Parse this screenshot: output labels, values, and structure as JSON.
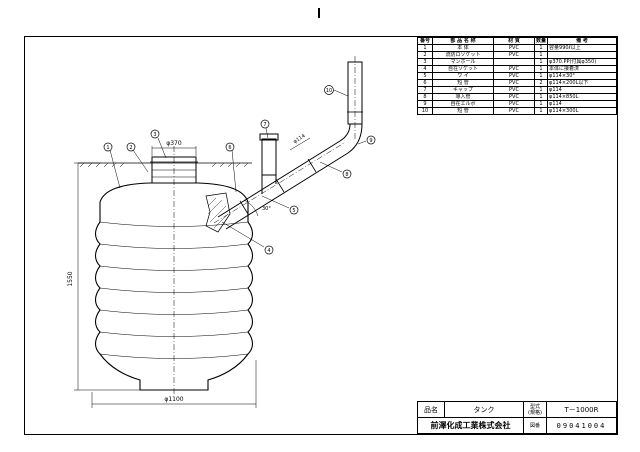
{
  "parts_header": {
    "no": "番号",
    "name": "部 品 名 称",
    "material": "材 質",
    "qty": "数量",
    "note": "備 考"
  },
  "parts": [
    {
      "no": "1",
      "name": "本 体",
      "material": "PVC",
      "qty": "1",
      "note": "容量990ℓ以上"
    },
    {
      "no": "2",
      "name": "流防ロソケット",
      "material": "PVC",
      "qty": "1",
      "note": ""
    },
    {
      "no": "3",
      "name": "マンホール",
      "material": "",
      "qty": "1",
      "note": "φ370.PP(付属φ350)"
    },
    {
      "no": "4",
      "name": "自在ソケット",
      "material": "PVC",
      "qty": "1",
      "note": "本体に接着済"
    },
    {
      "no": "5",
      "name": "ワ イ",
      "material": "PVC",
      "qty": "1",
      "note": "φ114×30°"
    },
    {
      "no": "6",
      "name": "短 管",
      "material": "PVC",
      "qty": "2",
      "note": "φ114×200L以下"
    },
    {
      "no": "7",
      "name": "キャップ",
      "material": "PVC",
      "qty": "1",
      "note": "φ114"
    },
    {
      "no": "8",
      "name": "導入管",
      "material": "PVC",
      "qty": "1",
      "note": "φ114×850L"
    },
    {
      "no": "9",
      "name": "自在エルボ",
      "material": "PVC",
      "qty": "1",
      "note": "φ114"
    },
    {
      "no": "10",
      "name": "短 管",
      "material": "PVC",
      "qty": "1",
      "note": "φ114×300L"
    }
  ],
  "title_block": {
    "name_label": "品名",
    "name_value": "タンク",
    "model_label_1": "型式",
    "model_label_2": "(規格)",
    "model_value": "T－1000R",
    "company": "前澤化成工業株式会社",
    "drawing_label": "図番",
    "drawing_no": "09041004"
  },
  "drawing": {
    "dim_height": "1550",
    "dim_width": "φ1100",
    "dim_manhole": "φ370",
    "dim_pipe": "φ114",
    "dim_angle": "30°",
    "callouts": [
      "1",
      "2",
      "3",
      "4",
      "5",
      "6",
      "7",
      "8",
      "9",
      "10"
    ]
  }
}
